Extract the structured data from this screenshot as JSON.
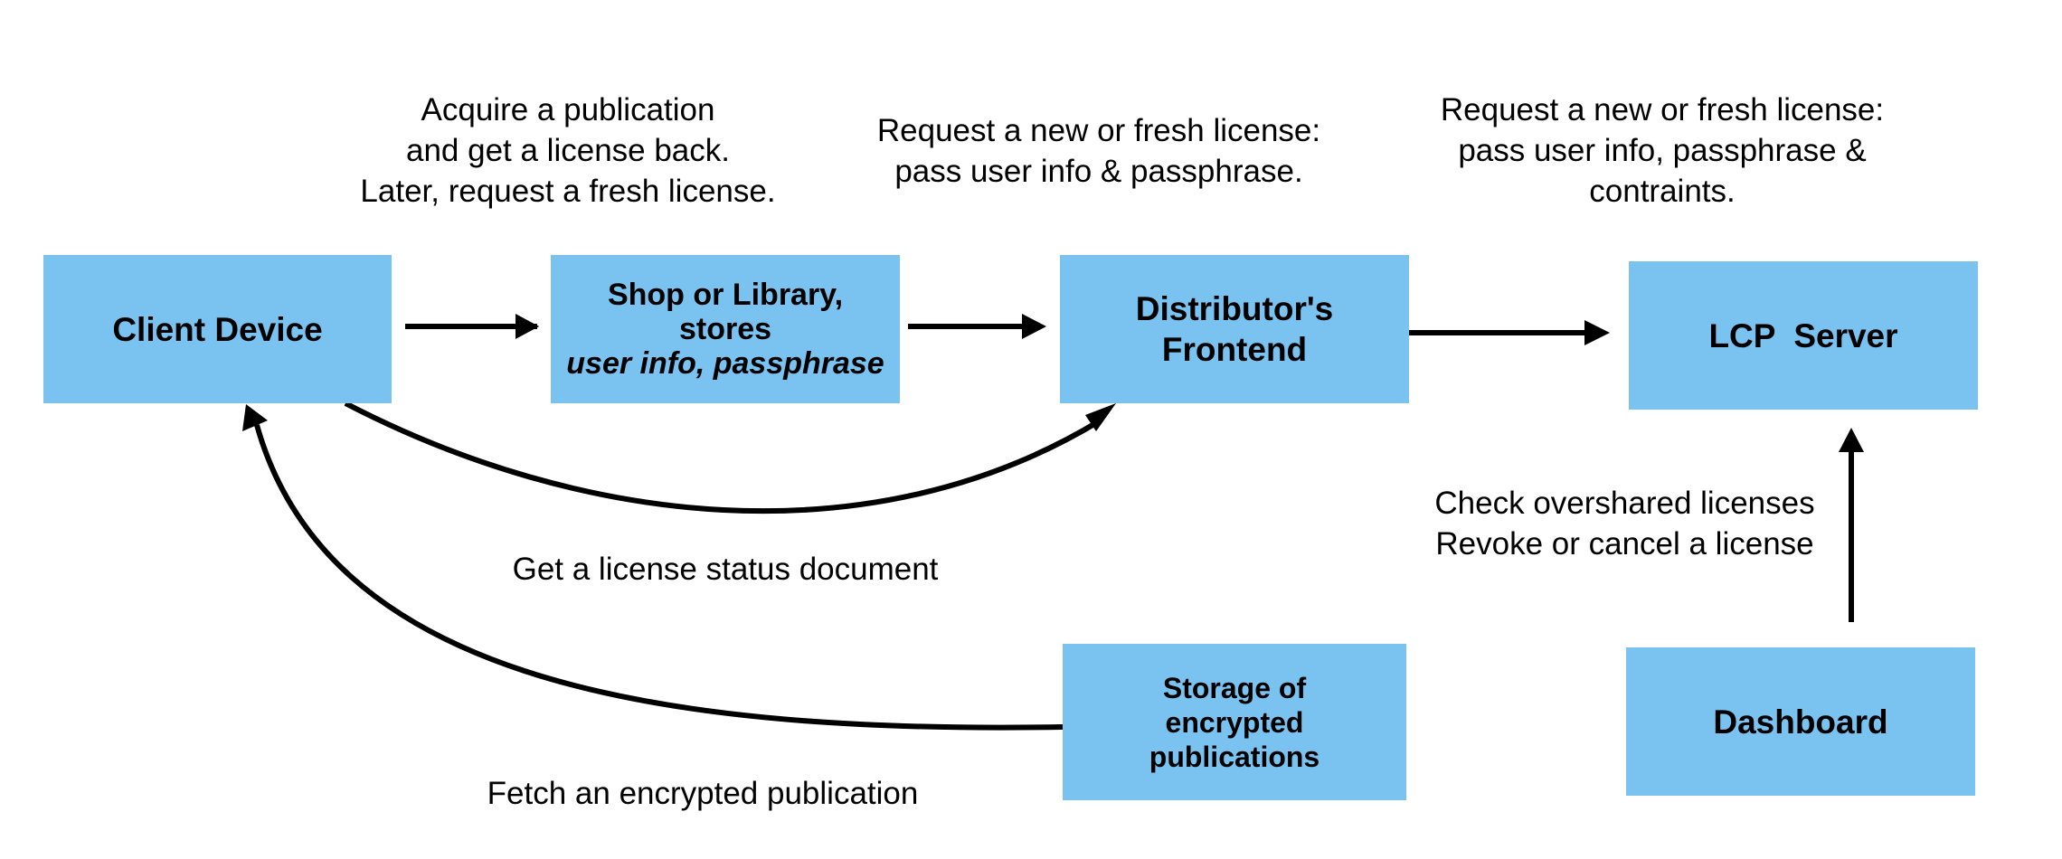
{
  "colors": {
    "node_fill": "#7ac2f0",
    "stroke": "#000000",
    "text": "#000000",
    "background": "#ffffff"
  },
  "nodes": {
    "client_device": {
      "label": "Client Device"
    },
    "shop_library": {
      "line1": "Shop or Library,",
      "line2": "stores",
      "line3": "user info, passphrase"
    },
    "distributor_frontend": {
      "line1": "Distributor's",
      "line2": "Frontend"
    },
    "lcp_server": {
      "label": "LCP  Server"
    },
    "storage": {
      "line1": "Storage of",
      "line2": "encrypted",
      "line3": "publications"
    },
    "dashboard": {
      "label": "Dashboard"
    }
  },
  "captions": {
    "acquire": {
      "line1": "Acquire a publication",
      "line2": "and get a license back.",
      "line3": "Later, request a fresh license."
    },
    "frontend_request": {
      "line1": "Request a new or fresh license:",
      "line2": "pass user info & passphrase."
    },
    "lcp_request": {
      "line1": "Request a new or fresh license:",
      "line2": "pass user info, passphrase &",
      "line3": "contraints."
    },
    "status_document": {
      "line1": "Get a license status document"
    },
    "fetch_publication": {
      "line1": "Fetch an encrypted publication"
    },
    "dashboard_actions": {
      "line1": "Check overshared licenses",
      "line2": "Revoke or cancel a license"
    }
  }
}
